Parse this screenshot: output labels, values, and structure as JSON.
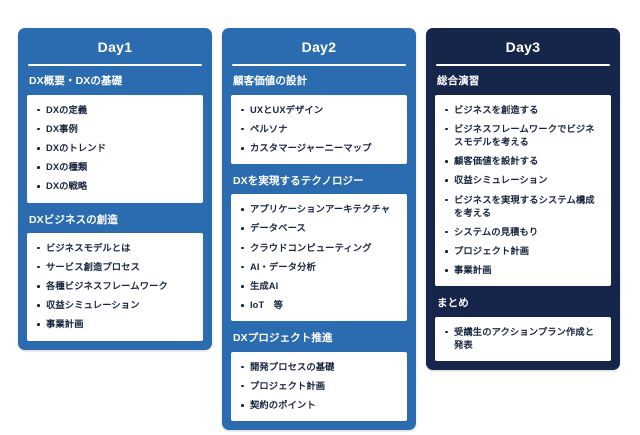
{
  "theme": {
    "card_blue": "#2b6cb0",
    "card_navy": "#16264a",
    "text_on_card": "#ffffff",
    "bullet_text": "#17263f",
    "panel_bg": "#ffffff",
    "page_bg": "#ffffff"
  },
  "columns": [
    {
      "title": "Day1",
      "accent": "blue",
      "sections": [
        {
          "heading": "DX概要・DXの基礎",
          "items": [
            "DXの定義",
            "DX事例",
            "DXのトレンド",
            "DXの種類",
            "DXの戦略"
          ]
        },
        {
          "heading": "DXビジネスの創造",
          "items": [
            "ビジネスモデルとは",
            "サービス創造プロセス",
            "各種ビジネスフレームワーク",
            "収益シミュレーション",
            "事業計画"
          ]
        }
      ]
    },
    {
      "title": "Day2",
      "accent": "blue",
      "sections": [
        {
          "heading": "顧客価値の設計",
          "items": [
            "UXとUXデザイン",
            "ペルソナ",
            "カスタマージャーニーマップ"
          ]
        },
        {
          "heading": "DXを実現するテクノロジー",
          "items": [
            "アプリケーションアーキテクチャ",
            "データベース",
            "クラウドコンピューティング",
            "AI・データ分析",
            "生成AI",
            "IoT　等"
          ]
        },
        {
          "heading": "DXプロジェクト推進",
          "items": [
            "開発プロセスの基礎",
            "プロジェクト計画",
            "契約のポイント"
          ]
        }
      ]
    },
    {
      "title": "Day3",
      "accent": "dark",
      "sections": [
        {
          "heading": "総合演習",
          "items": [
            "ビジネスを創造する",
            "ビジネスフレームワークでビジネスモデルを考える",
            "顧客価値を設計する",
            "収益シミュレーション",
            "ビジネスを実現するシステム構成を考える",
            "システムの見積もり",
            "プロジェクト計画",
            "事業計画"
          ]
        },
        {
          "heading": "まとめ",
          "items": [
            "受講生のアクションプラン作成と発表"
          ]
        }
      ]
    }
  ]
}
